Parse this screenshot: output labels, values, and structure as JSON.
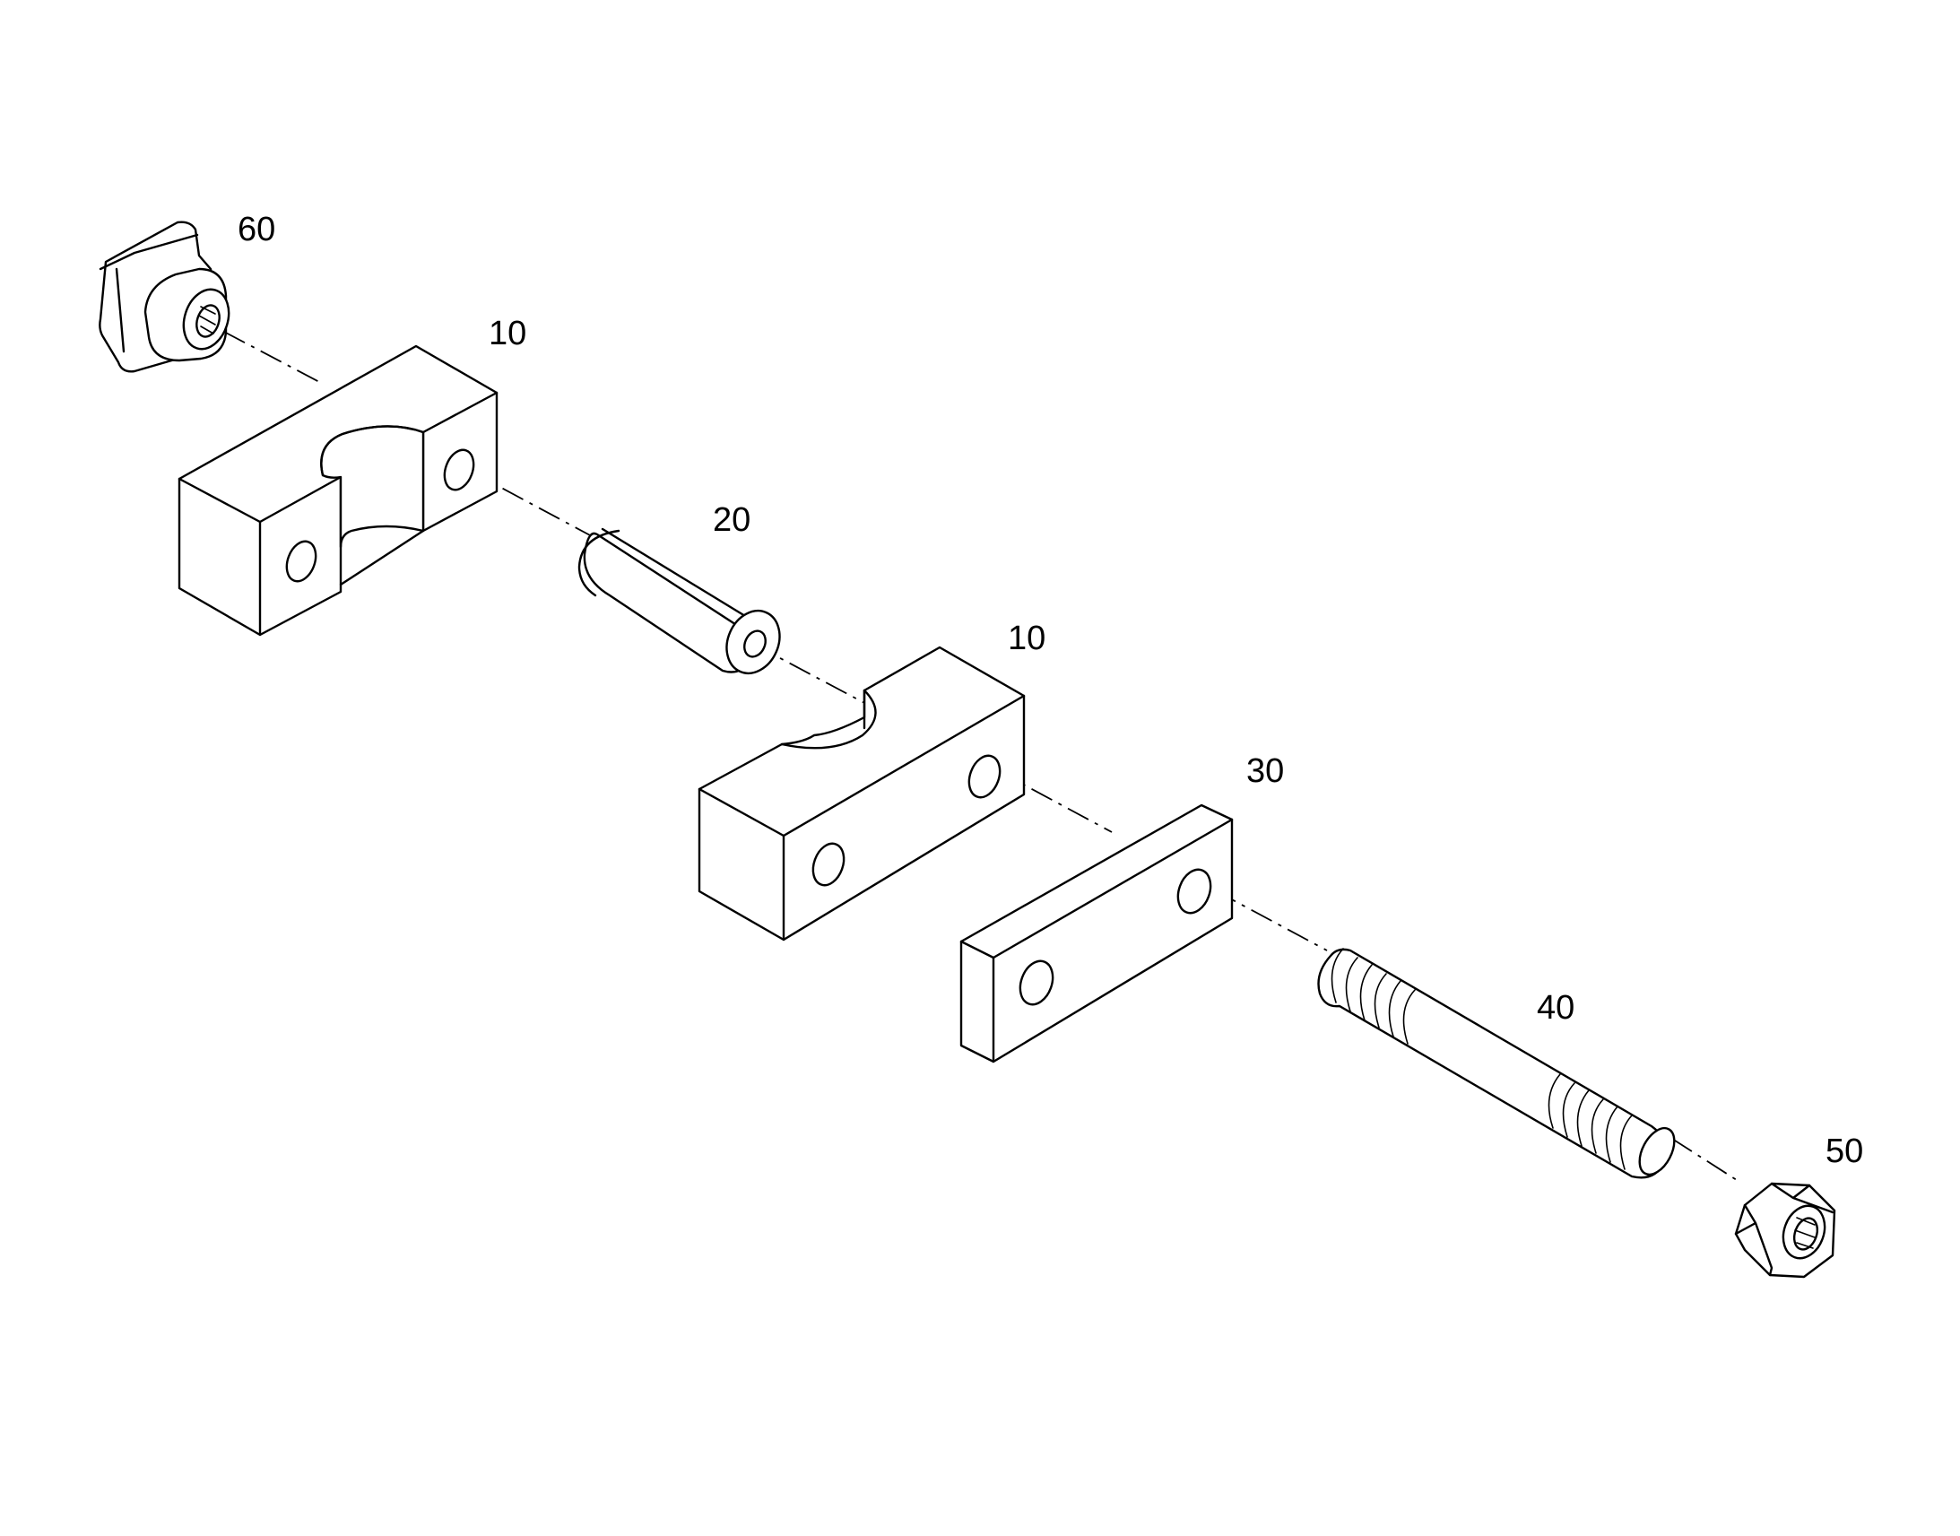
{
  "figure": {
    "callouts": [
      {
        "id": "c60",
        "text": "60"
      },
      {
        "id": "c10a",
        "text": "10"
      },
      {
        "id": "c20",
        "text": "20"
      },
      {
        "id": "c10b",
        "text": "10"
      },
      {
        "id": "c30",
        "text": "30"
      },
      {
        "id": "c40",
        "text": "40"
      },
      {
        "id": "c50",
        "text": "50"
      }
    ]
  }
}
